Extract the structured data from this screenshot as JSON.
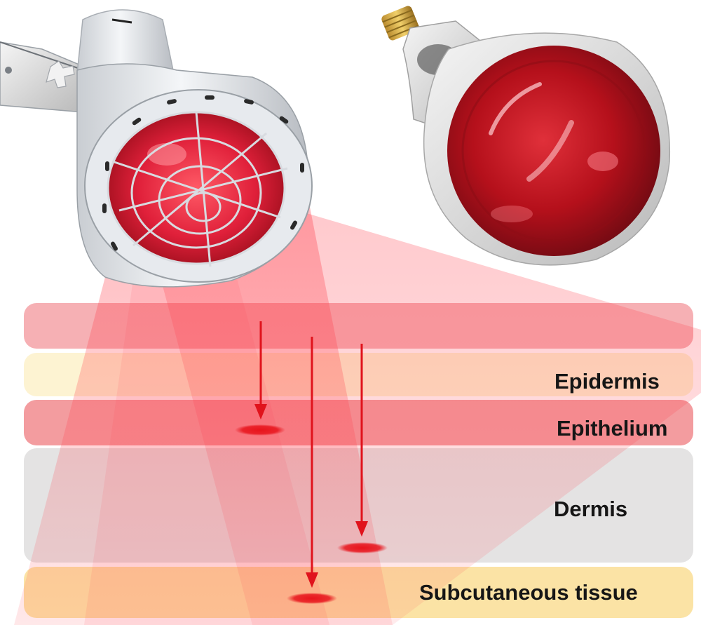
{
  "layers": {
    "epidermis": "Epidermis",
    "epithelium": "Epithelium",
    "dermis": "Dermis",
    "subcutaneous": "Subcutaneous tissue"
  },
  "colors": {
    "beam": "#ff3d4a",
    "arrow": "#e0131c",
    "spot": "#e8141c",
    "bulb_glass": "#b5101b",
    "lamp_housing": "#e9ecef"
  },
  "icons": {
    "lamp": "infrared-heat-lamp-icon",
    "bulb": "infrared-bulb-icon"
  }
}
